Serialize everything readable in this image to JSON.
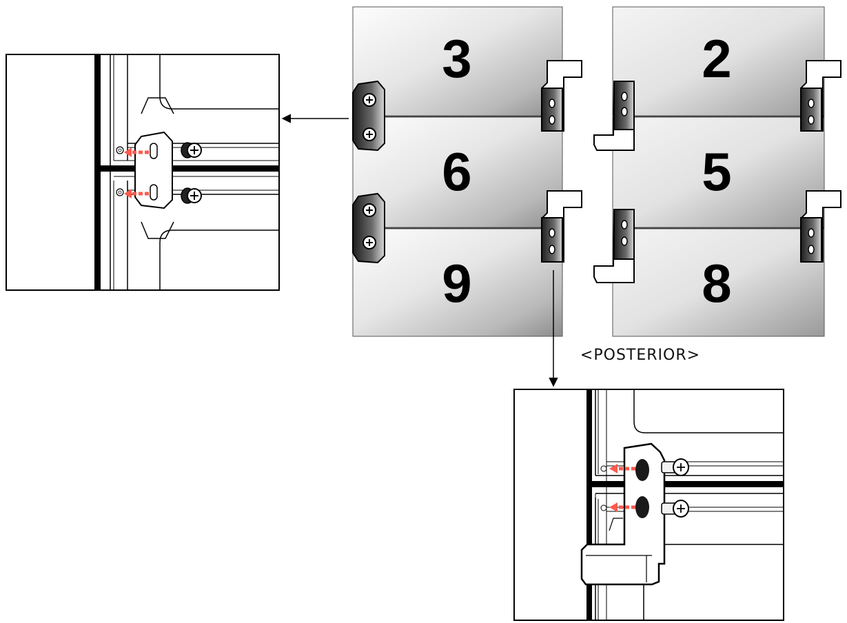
{
  "diagram": {
    "caption": "<POSTERIOR>",
    "panels": [
      {
        "id": "panel-3",
        "number": "3"
      },
      {
        "id": "panel-2",
        "number": "2"
      },
      {
        "id": "panel-6",
        "number": "6"
      },
      {
        "id": "panel-5",
        "number": "5"
      },
      {
        "id": "panel-9",
        "number": "9"
      },
      {
        "id": "panel-8",
        "number": "8"
      }
    ]
  },
  "colors": {
    "outline": "#000000",
    "arrow_accent": "#ff5a4e",
    "panel_light": "#ffffff",
    "panel_dark": "#9a9a9a",
    "bracket_dark": "#2b2b2b"
  }
}
